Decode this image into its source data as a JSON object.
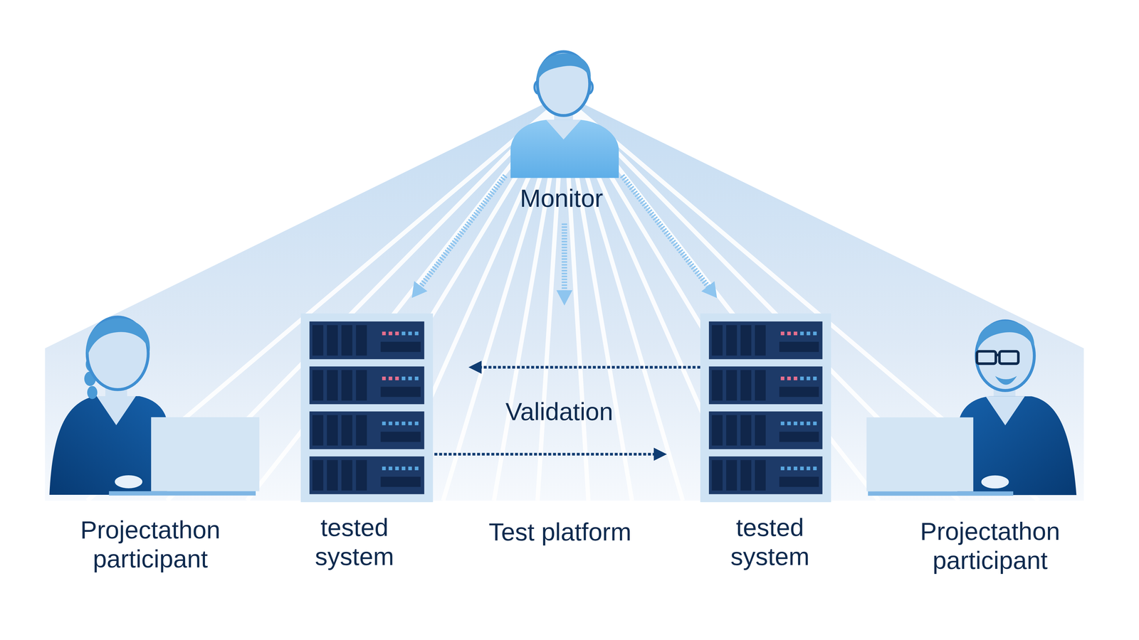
{
  "diagram": {
    "nodes": [
      {
        "text": [
          "Monitor"
        ]
      },
      {
        "text": [
          "Projectathon participant"
        ]
      },
      {
        "text": [
          "tested system"
        ]
      },
      {
        "text": [
          "tested system"
        ]
      },
      {
        "text": [
          "Projectathon participant"
        ]
      }
    ],
    "edges": [
      {
        "from": 0,
        "to": 2,
        "arrow": "to"
      },
      {
        "from": 0,
        "to": 3,
        "arrow": "to"
      },
      {
        "from": 3,
        "to": 2,
        "arrow": "to"
      },
      {
        "from": 2,
        "to": 3,
        "arrow": "to"
      }
    ],
    "labels": [
      "Validation",
      "Test platform"
    ]
  }
}
